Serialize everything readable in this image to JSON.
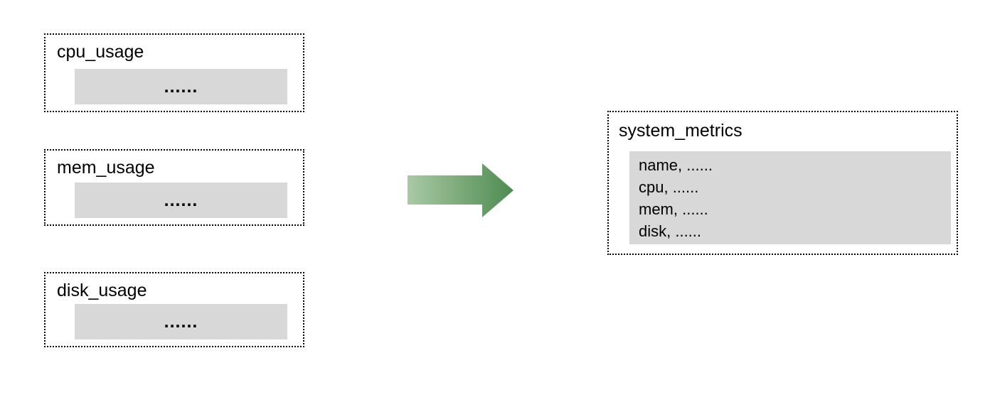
{
  "diagram": {
    "sources": [
      {
        "title": "cpu_usage",
        "placeholder_dots": "......"
      },
      {
        "title": "mem_usage",
        "placeholder_dots": "......"
      },
      {
        "title": "disk_usage",
        "placeholder_dots": "......"
      }
    ],
    "arrow": {
      "direction": "right"
    },
    "target": {
      "title": "system_metrics",
      "rows": [
        "name, ......",
        "cpu, ......",
        "mem, ......",
        "disk, ......"
      ]
    }
  },
  "colors": {
    "background": "#ffffff",
    "box_border": "#000000",
    "strip_gray": "#d8d8d8",
    "arrow_gradient_start": "#a9c9a4",
    "arrow_gradient_end": "#4e8b50"
  }
}
